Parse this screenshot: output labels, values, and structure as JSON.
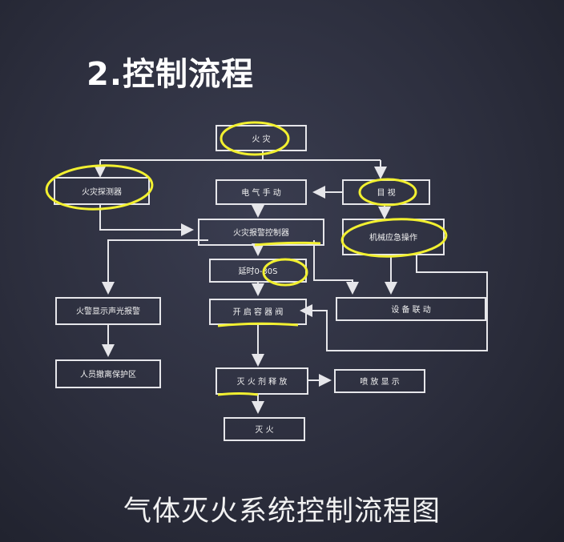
{
  "title": "2.控制流程",
  "caption": "气体灭火系统控制流程图",
  "nodes": {
    "fire": "火 灾",
    "detector": "火灾探测器",
    "electric_manual": "电 气 手 动",
    "onsite": "目 视",
    "controller": "火灾报警控制器",
    "mechanical": "机械应急操作",
    "delay": "延时0-30S",
    "alarm": "火警显示声光报警",
    "linkage": "设 备 联 动",
    "valve": "开 启 容 器 阀",
    "evacuate": "人员撤离保护区",
    "discharge": "灭 火 剂 释 放",
    "spray": "喷 放 显 示",
    "extinguish": "灭 火"
  },
  "highlight_color": "#f2f030"
}
